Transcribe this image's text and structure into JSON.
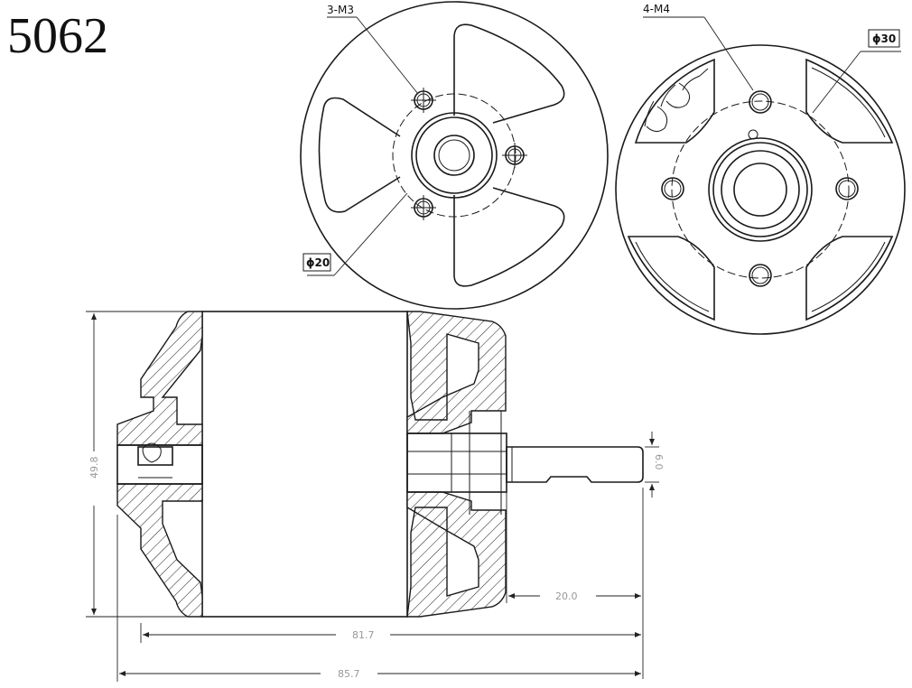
{
  "title": "5062",
  "front_view": {
    "hole_label": "3-M3",
    "pcd_label": "ϕ20"
  },
  "rear_view": {
    "hole_label": "4-M4",
    "pcd_label": "ϕ30"
  },
  "side_view": {
    "dims": {
      "height": "49.8",
      "shaft_dia": "6.0",
      "shaft_len": "20.0",
      "len_body": "81.7",
      "len_total": "85.7"
    }
  }
}
